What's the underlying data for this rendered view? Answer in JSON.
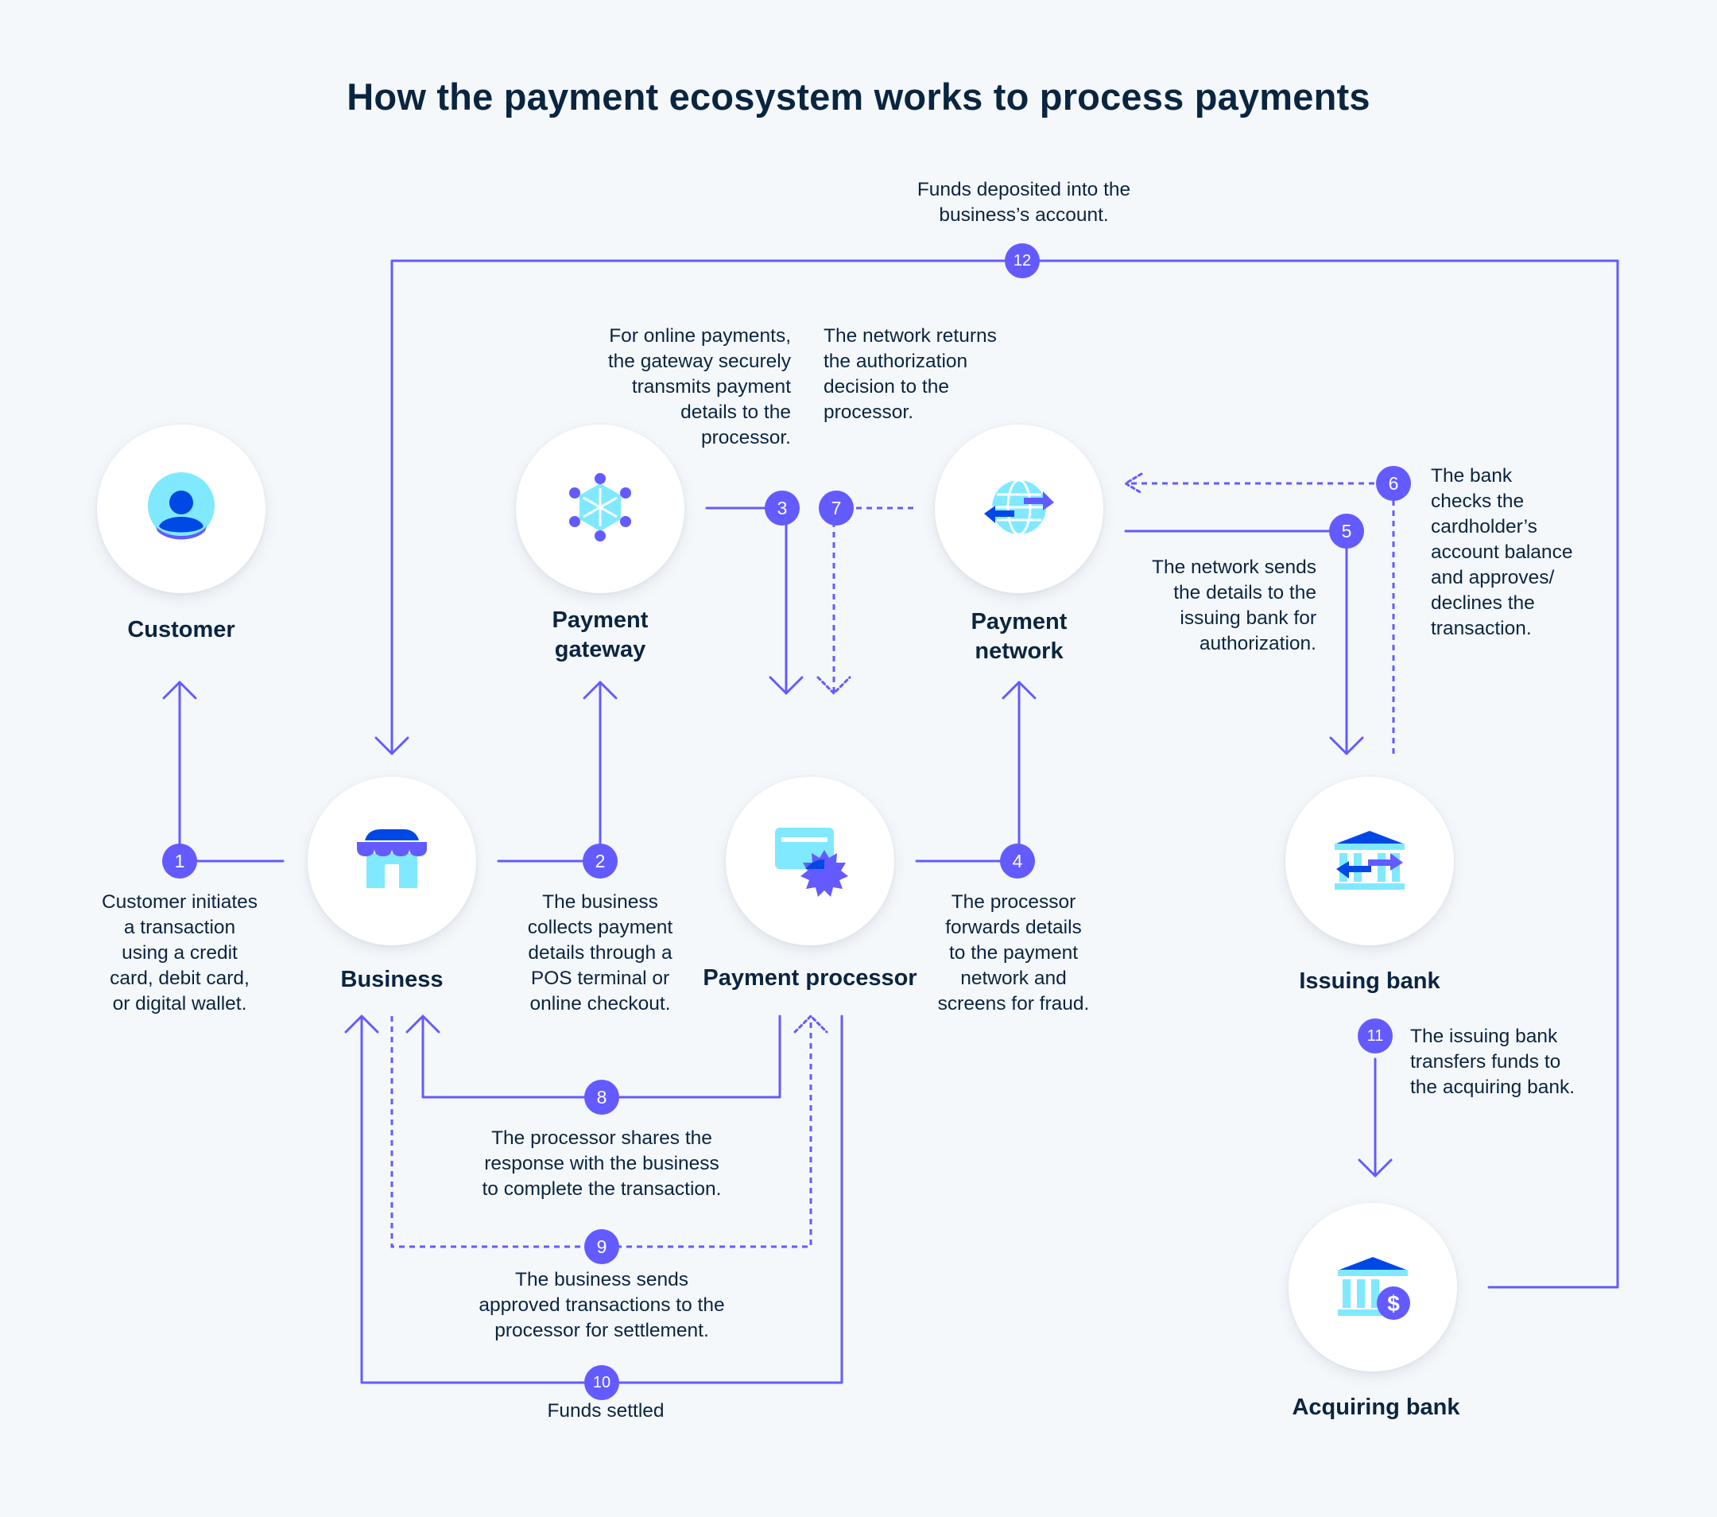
{
  "title": "How the payment ecosystem works to process payments",
  "colors": {
    "accent": "#635bff",
    "icon_light": "#80e9ff",
    "icon_dark": "#0048e5",
    "text": "#0a2540",
    "background": "#f5f8fb"
  },
  "nodes": {
    "customer": {
      "label": "Customer",
      "icon": "person-icon"
    },
    "business": {
      "label": "Business",
      "icon": "storefront-icon"
    },
    "payment_gateway": {
      "label": "Payment\ngateway",
      "icon": "gateway-network-icon"
    },
    "payment_processor": {
      "label": "Payment processor",
      "icon": "card-processor-icon"
    },
    "payment_network": {
      "label": "Payment\nnetwork",
      "icon": "globe-arrows-icon"
    },
    "issuing_bank": {
      "label": "Issuing bank",
      "icon": "bank-transfer-icon"
    },
    "acquiring_bank": {
      "label": "Acquiring bank",
      "icon": "bank-dollar-icon"
    }
  },
  "steps": [
    {
      "number": "1",
      "text": "Customer initiates\na transaction\nusing a credit\ncard, debit card,\nor digital wallet."
    },
    {
      "number": "2",
      "text": "The business\ncollects payment\ndetails through a\nPOS terminal or\nonline checkout."
    },
    {
      "number": "3",
      "text": "For online payments,\nthe gateway securely\ntransmits payment\ndetails to the\nprocessor."
    },
    {
      "number": "4",
      "text": "The processor\nforwards details\nto the payment\nnetwork and\nscreens for fraud."
    },
    {
      "number": "5",
      "text": "The network sends\nthe details to the\nissuing bank for\nauthorization."
    },
    {
      "number": "6",
      "text": "The bank\nchecks the\ncardholder’s\naccount balance\nand approves/\ndeclines the\ntransaction."
    },
    {
      "number": "7",
      "text": "The network returns\nthe authorization\ndecision to the\nprocessor."
    },
    {
      "number": "8",
      "text": "The processor shares the\nresponse with the business\nto complete the transaction."
    },
    {
      "number": "9",
      "text": "The business sends\napproved transactions to the\nprocessor for settlement."
    },
    {
      "number": "10",
      "text": "Funds settled"
    },
    {
      "number": "11",
      "text": "The issuing bank\ntransfers funds to\nthe acquiring bank."
    },
    {
      "number": "12",
      "text": "Funds deposited into the\nbusiness’s account."
    }
  ]
}
